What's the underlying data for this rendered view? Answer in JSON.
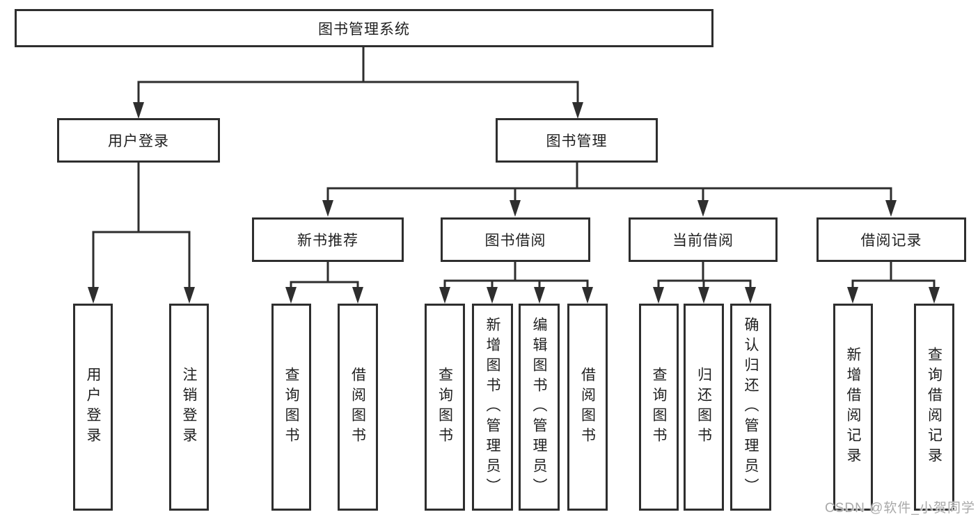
{
  "tree": {
    "root": "图书管理系统",
    "branches": [
      {
        "label": "用户登录",
        "children": [
          "用户登录",
          "注销登录"
        ]
      },
      {
        "label": "图书管理",
        "groups": [
          {
            "label": "新书推荐",
            "children": [
              "查询图书",
              "借阅图书"
            ]
          },
          {
            "label": "图书借阅",
            "children": [
              "查询图书",
              "新增图书（管理员）",
              "编辑图书（管理员）",
              "借阅图书"
            ]
          },
          {
            "label": "当前借阅",
            "children": [
              "查询图书",
              "归还图书",
              "确认归还（管理员）"
            ]
          },
          {
            "label": "借阅记录",
            "children": [
              "新增借阅记录",
              "查询借阅记录"
            ]
          }
        ]
      }
    ]
  },
  "watermark": "CSDN @软件_小贺同学",
  "colors": {
    "line": "#2e2e2e",
    "text": "#1f1f1f",
    "watermark": "#a9a9a9"
  }
}
